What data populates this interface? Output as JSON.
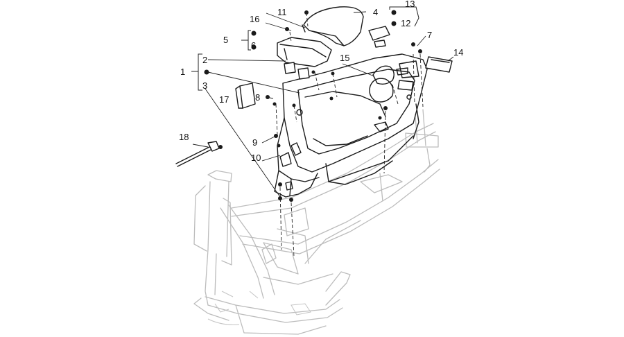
{
  "callouts": [
    "1",
    "2",
    "3",
    "4",
    "5",
    "6",
    "7",
    "8",
    "9",
    "10",
    "11",
    "12",
    "13",
    "14",
    "15",
    "16",
    "17",
    "18"
  ]
}
